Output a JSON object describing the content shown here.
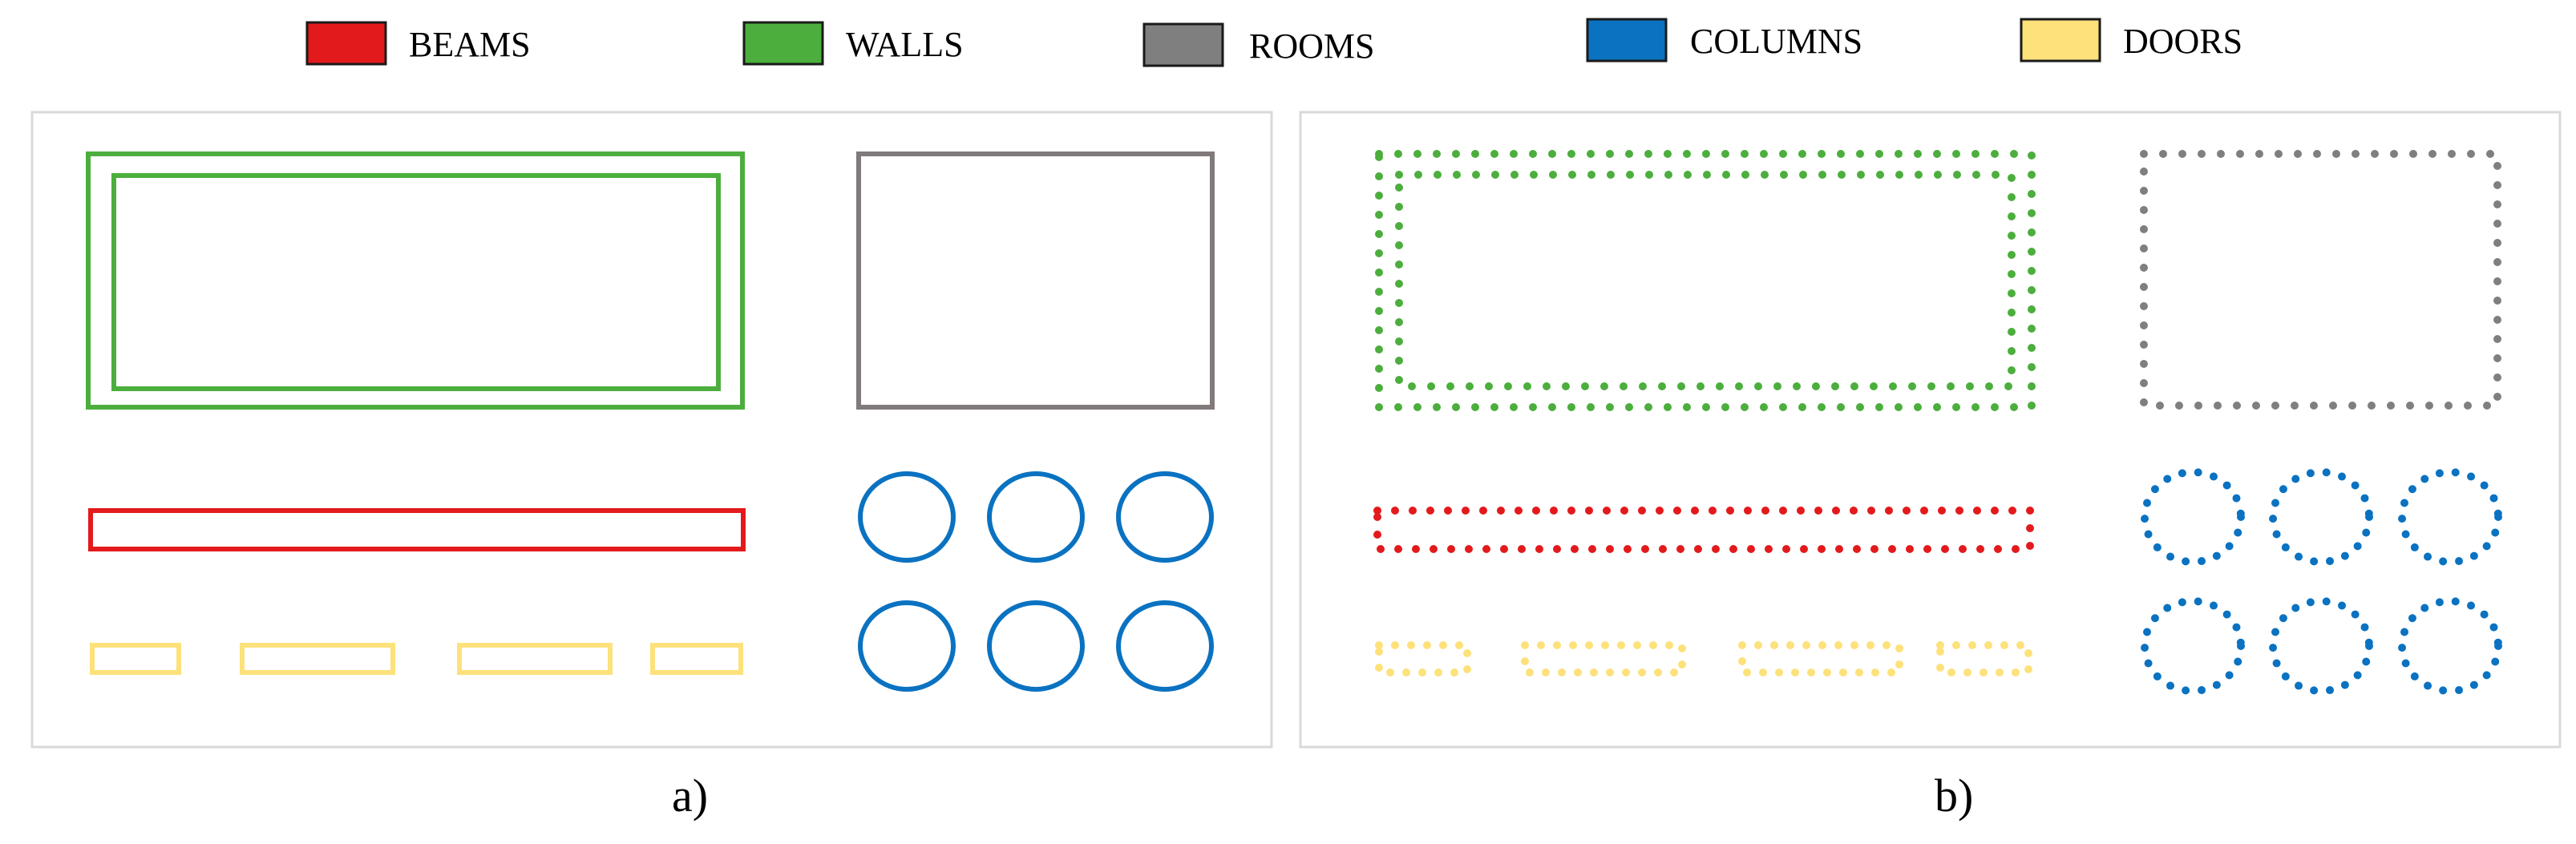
{
  "legend": [
    {
      "key": "beams",
      "label": "BEAMS",
      "color": "#e31a1c"
    },
    {
      "key": "walls",
      "label": "WALLS",
      "color": "#4cae3d"
    },
    {
      "key": "rooms",
      "label": "ROOMS",
      "color": "#7f7f7f"
    },
    {
      "key": "columns",
      "label": "COLUMNS",
      "color": "#0a72c1"
    },
    {
      "key": "doors",
      "label": "DOORS",
      "color": "#fde17a"
    }
  ],
  "panels": [
    {
      "caption": "a)",
      "style": "solid outlines"
    },
    {
      "caption": "b)",
      "style": "dotted outlines"
    }
  ],
  "elements": {
    "walls": {
      "count": 1,
      "shape": "double rectangle"
    },
    "rooms": {
      "count": 1,
      "shape": "rectangle"
    },
    "beams": {
      "count": 1,
      "shape": "long thin rectangle"
    },
    "doors": {
      "count": 4,
      "shape": "small rectangle"
    },
    "columns": {
      "count": 6,
      "shape": "circle",
      "arrangement": "2 rows x 3"
    }
  },
  "colors": {
    "panel_border": "#d9d9d9",
    "legend_swatch_border": "#1a1a1a"
  }
}
